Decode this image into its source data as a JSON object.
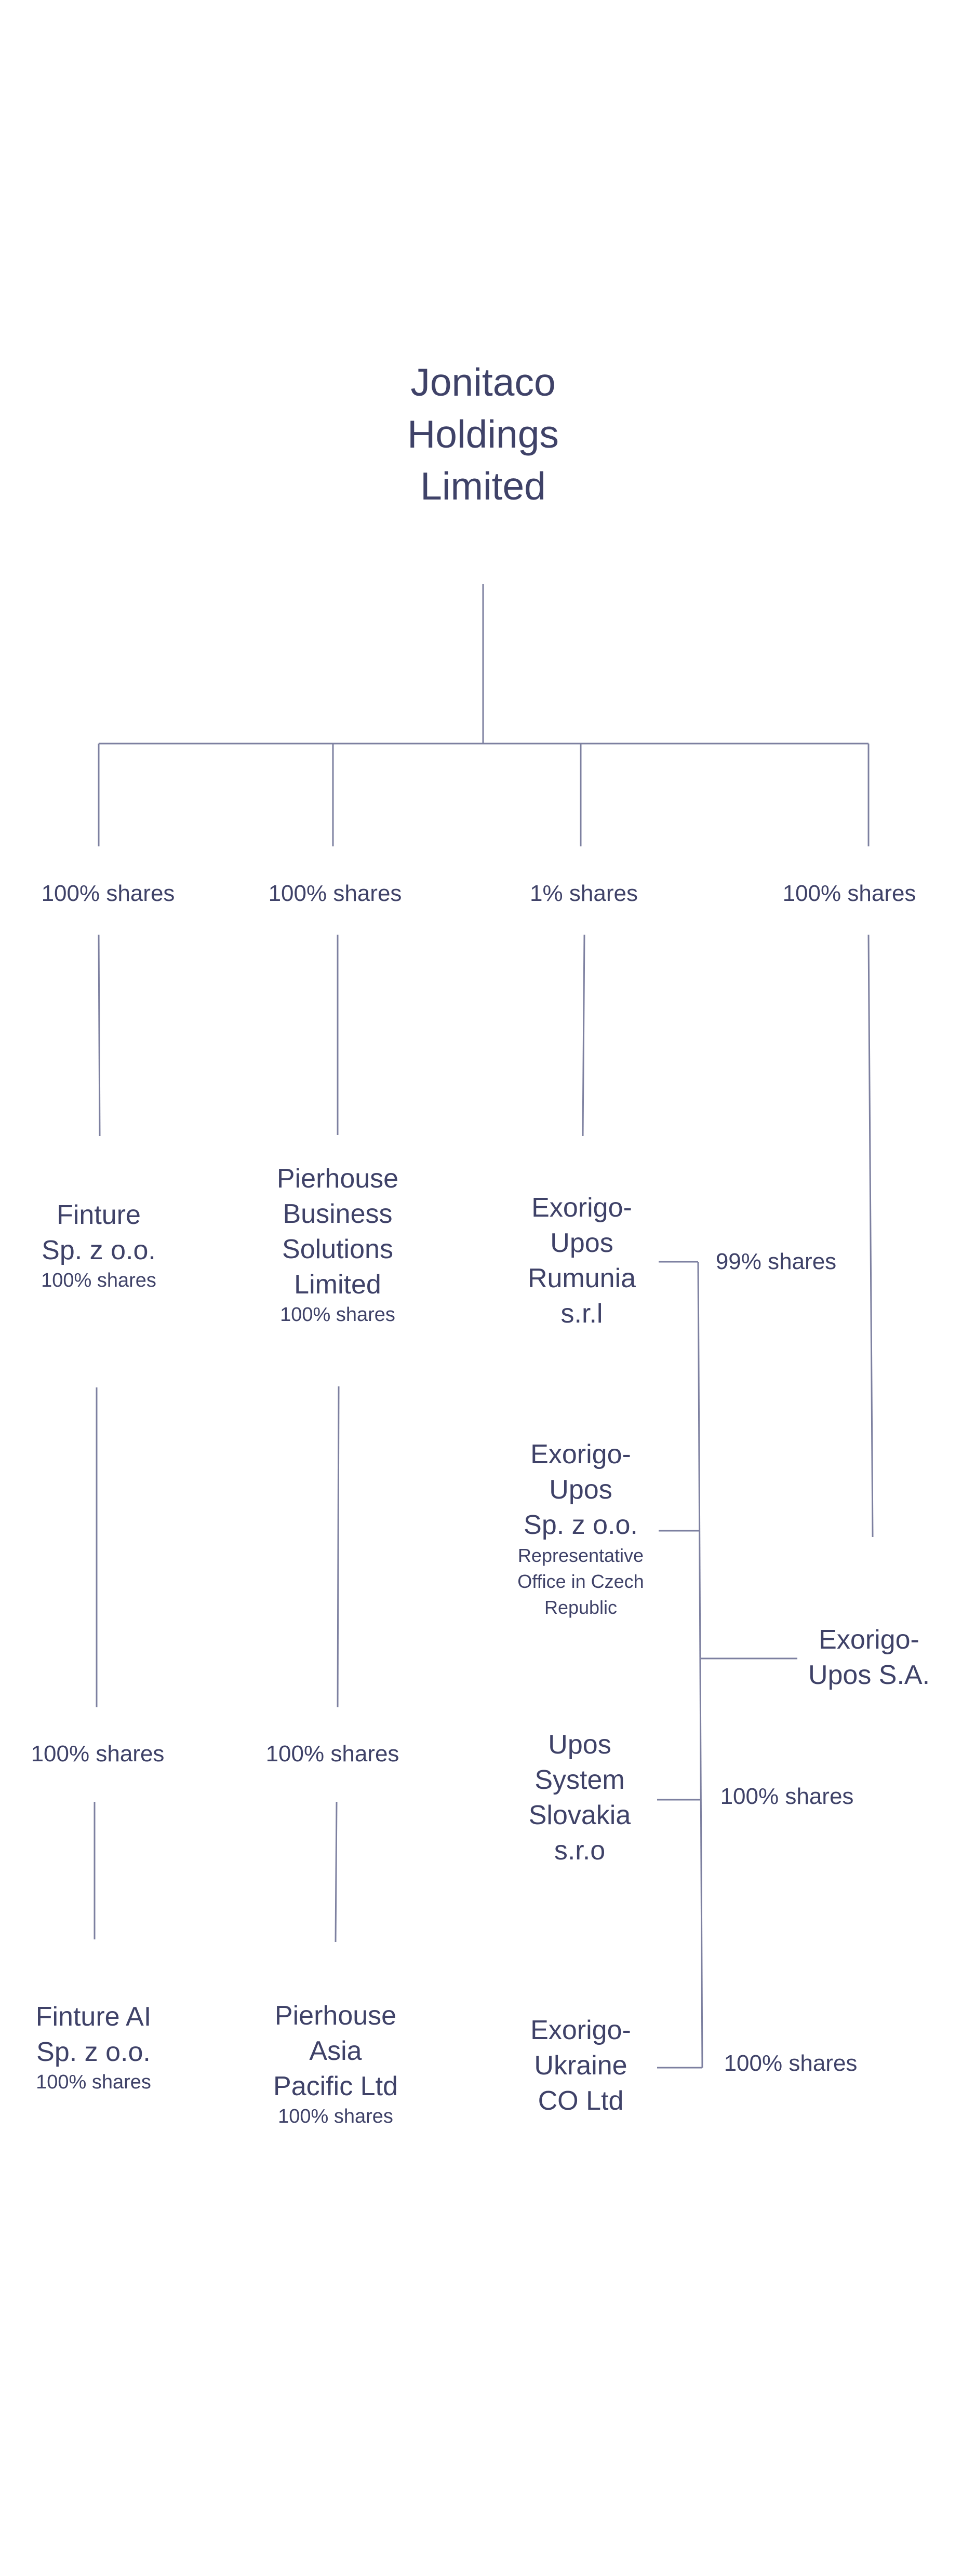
{
  "root": {
    "name_lines": [
      "Jonitaco",
      "Holdings",
      "Limited"
    ]
  },
  "level1_shares": [
    "100% shares",
    "100% shares",
    "1% shares",
    "100% shares"
  ],
  "finture": {
    "name_lines": [
      "Finture",
      "Sp. z o.o."
    ],
    "shares": "100% shares"
  },
  "pierhouse_bs": {
    "name_lines": [
      "Pierhouse",
      "Business",
      "Solutions",
      "Limited"
    ],
    "shares": "100% shares"
  },
  "exorigo_rumunia": {
    "name_lines": [
      "Exorigo-",
      "Upos",
      "Rumunia",
      "s.r.l"
    ]
  },
  "exorigo_rumunia_share": "99% shares",
  "exorigo_czech": {
    "name_lines": [
      "Exorigo-",
      "Upos",
      "Sp. z o.o."
    ],
    "note_lines": [
      "Representative",
      "Office in Czech",
      "Republic"
    ]
  },
  "exorigo_sa": {
    "name_lines": [
      "Exorigo-",
      "Upos S.A."
    ]
  },
  "level3_shares": [
    "100% shares",
    "100% shares"
  ],
  "upos_slovakia": {
    "name_lines": [
      "Upos",
      "System",
      "Slovakia",
      "s.r.o"
    ],
    "shares": "100% shares"
  },
  "finture_ai": {
    "name_lines": [
      "Finture AI",
      "Sp. z o.o."
    ],
    "shares": "100% shares"
  },
  "pierhouse_ap": {
    "name_lines": [
      "Pierhouse",
      "Asia",
      "Pacific Ltd"
    ],
    "shares": "100% shares"
  },
  "exorigo_ukraine": {
    "name_lines": [
      "Exorigo-",
      "Ukraine",
      "CO Ltd"
    ],
    "shares": "100% shares"
  },
  "colors": {
    "text": "#3f4268",
    "line": "#7d80a0",
    "background": "#ffffff"
  }
}
